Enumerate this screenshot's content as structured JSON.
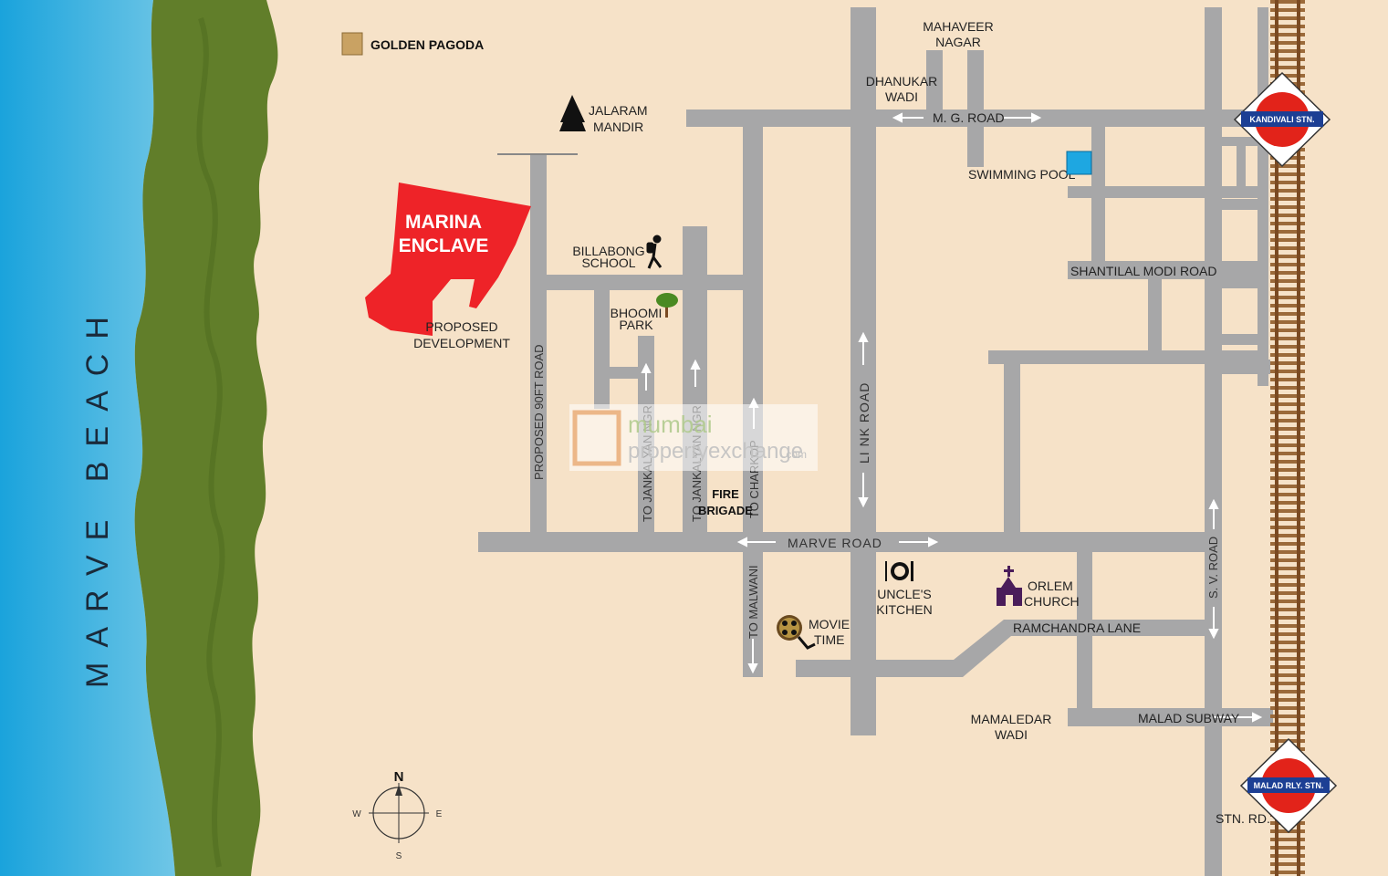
{
  "beach": {
    "label": "MARVE BEACH"
  },
  "legend": {
    "golden_pagoda": "GOLDEN PAGODA"
  },
  "project": {
    "line1": "MARINA",
    "line2": "ENCLAVE",
    "color": "#ee2328"
  },
  "landmarks": {
    "jalaram": [
      "JALARAM",
      "MANDIR"
    ],
    "proposed_dev": [
      "PROPOSED",
      "DEVELOPMENT"
    ],
    "billabong": [
      "BILLABONG",
      "SCHOOL"
    ],
    "bhoomi": [
      "BHOOMI",
      "PARK"
    ],
    "fire_brigade": [
      "FIRE",
      "BRIGADE"
    ],
    "mahaveer": [
      "MAHAVEER",
      "NAGAR"
    ],
    "dhanukar": [
      "DHANUKAR",
      "WADI"
    ],
    "swimming_pool": "SWIMMING POOL",
    "uncles_kitchen": [
      "UNCLE'S",
      "KITCHEN"
    ],
    "movie_time": [
      "MOVIE",
      "TIME"
    ],
    "orlem": [
      "ORLEM",
      "CHURCH"
    ],
    "mamaledar": [
      "MAMALEDAR",
      "WADI"
    ]
  },
  "roads": {
    "mg_road": "M. G. ROAD",
    "shantilal": "SHANTILAL MODI ROAD",
    "proposed_90ft": "PROPOSED 90FT ROAD",
    "link_road": "LI NK ROAD",
    "marve_road": "MARVE ROAD",
    "to_malwani": "TO MALWANI",
    "ramchandra": "RAMCHANDRA LANE",
    "sv_road": "S. V. ROAD",
    "malad_subway": "MALAD SUBWAY",
    "stn_rd": "STN. RD.",
    "to_jankalyan1": "TO JANKALYAN NGR",
    "to_jankalyan2": "TO JANKALYAN NGR",
    "to_charkop": "TO CHARKOP"
  },
  "stations": {
    "kandivali": "KANDIVALI STN.",
    "malad": "MALAD RLY. STN."
  },
  "compass": {
    "n": "N",
    "s": "S",
    "e": "E",
    "w": "W"
  },
  "watermark": {
    "word1": "mumbai",
    "word2": "propertyexchange",
    "suffix": ".com"
  },
  "colors": {
    "sea": "#29a9df",
    "land": "#f6e2c8",
    "green": "#5d7a26",
    "road": "#a7a7a8",
    "station_red": "#e2231a",
    "station_blue": "#1c3f94",
    "pool": "#1ea7e1",
    "pagoda": "#c9a263",
    "rail": "#8b5a2b"
  }
}
